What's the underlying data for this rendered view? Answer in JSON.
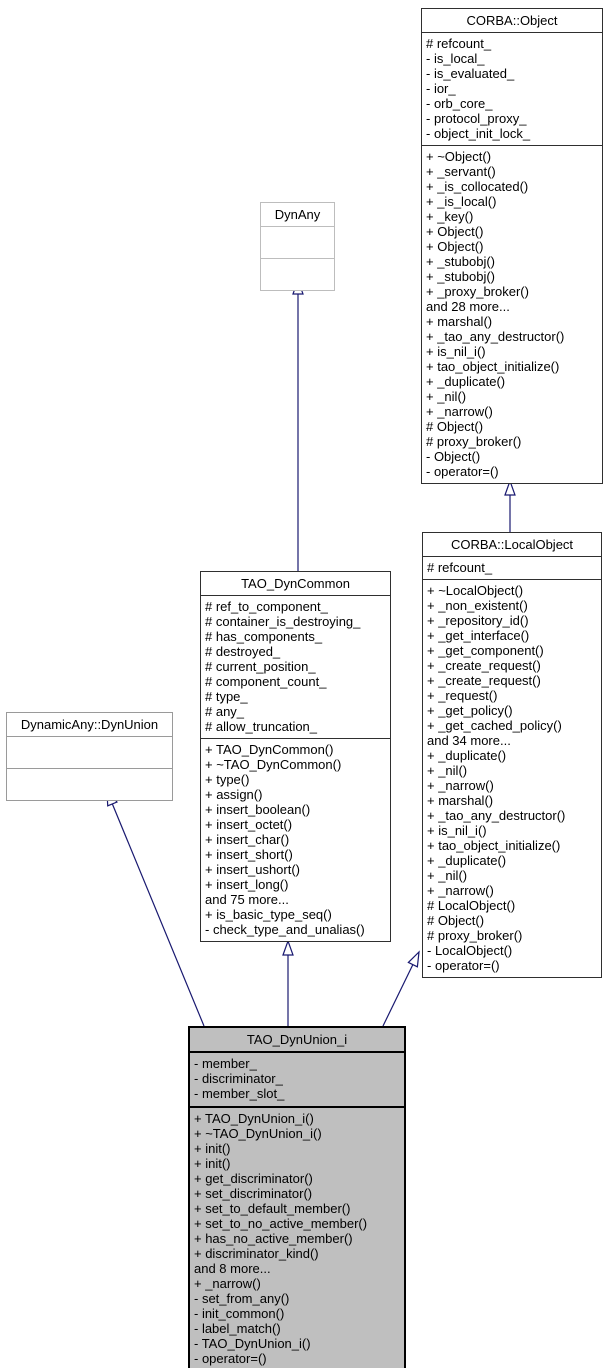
{
  "diagram": {
    "kind": "uml-inheritance-diagram",
    "colors": {
      "edge": "#191970",
      "highlight_fill": "#bfbfbf",
      "documented_border": "#2f2f2f",
      "undocumented_border": "#bdbdbd"
    },
    "classes": {
      "corba_object": {
        "title": "CORBA::Object",
        "attributes": [
          "# refcount_",
          "- is_local_",
          "- is_evaluated_",
          "- ior_",
          "- orb_core_",
          "- protocol_proxy_",
          "- object_init_lock_"
        ],
        "methods": [
          "+ ~Object()",
          "+ _servant()",
          "+ _is_collocated()",
          "+ _is_local()",
          "+ _key()",
          "+ Object()",
          "+ Object()",
          "+ _stubobj()",
          "+ _stubobj()",
          "+ _proxy_broker()",
          "and 28 more...",
          "+ marshal()",
          "+ _tao_any_destructor()",
          "+ is_nil_i()",
          "+ tao_object_initialize()",
          "+ _duplicate()",
          "+ _nil()",
          "+ _narrow()",
          "# Object()",
          "# proxy_broker()",
          "- Object()",
          "- operator=()"
        ]
      },
      "dynany": {
        "title": "DynAny",
        "attributes": [],
        "methods": []
      },
      "corba_localobject": {
        "title": "CORBA::LocalObject",
        "attributes": [
          "# refcount_"
        ],
        "methods": [
          "+ ~LocalObject()",
          "+ _non_existent()",
          "+ _repository_id()",
          "+ _get_interface()",
          "+ _get_component()",
          "+ _create_request()",
          "+ _create_request()",
          "+ _request()",
          "+ _get_policy()",
          "+ _get_cached_policy()",
          "and 34 more...",
          "+ _duplicate()",
          "+ _nil()",
          "+ _narrow()",
          "+ marshal()",
          "+ _tao_any_destructor()",
          "+ is_nil_i()",
          "+ tao_object_initialize()",
          "+ _duplicate()",
          "+ _nil()",
          "+ _narrow()",
          "# LocalObject()",
          "# Object()",
          "# proxy_broker()",
          "- LocalObject()",
          "- operator=()"
        ]
      },
      "tao_dyncommon": {
        "title": "TAO_DynCommon",
        "attributes": [
          "# ref_to_component_",
          "# container_is_destroying_",
          "# has_components_",
          "# destroyed_",
          "# current_position_",
          "# component_count_",
          "# type_",
          "# any_",
          "# allow_truncation_"
        ],
        "methods": [
          "+ TAO_DynCommon()",
          "+ ~TAO_DynCommon()",
          "+ type()",
          "+ assign()",
          "+ insert_boolean()",
          "+ insert_octet()",
          "+ insert_char()",
          "+ insert_short()",
          "+ insert_ushort()",
          "+ insert_long()",
          "and 75 more...",
          "+ is_basic_type_seq()",
          "- check_type_and_unalias()"
        ]
      },
      "dynamicany_dynunion": {
        "title": "DynamicAny::DynUnion",
        "attributes": [],
        "methods": []
      },
      "tao_dynunion_i": {
        "title": "TAO_DynUnion_i",
        "attributes": [
          "- member_",
          "- discriminator_",
          "- member_slot_"
        ],
        "methods": [
          "+ TAO_DynUnion_i()",
          "+ ~TAO_DynUnion_i()",
          "+ init()",
          "+ init()",
          "+ get_discriminator()",
          "+ set_discriminator()",
          "+ set_to_default_member()",
          "+ set_to_no_active_member()",
          "+ has_no_active_member()",
          "+ discriminator_kind()",
          "and 8 more...",
          "+ _narrow()",
          "- set_from_any()",
          "- init_common()",
          "- label_match()",
          "- TAO_DynUnion_i()",
          "- operator=()"
        ]
      }
    },
    "edges": [
      {
        "from": "TAO_DynUnion_i",
        "to": "DynamicAny::DynUnion",
        "type": "public-inheritance"
      },
      {
        "from": "TAO_DynUnion_i",
        "to": "TAO_DynCommon",
        "type": "public-inheritance"
      },
      {
        "from": "TAO_DynUnion_i",
        "to": "CORBA::LocalObject",
        "type": "public-inheritance"
      },
      {
        "from": "TAO_DynCommon",
        "to": "DynAny",
        "type": "public-inheritance"
      },
      {
        "from": "CORBA::LocalObject",
        "to": "CORBA::Object",
        "type": "public-inheritance"
      }
    ]
  }
}
